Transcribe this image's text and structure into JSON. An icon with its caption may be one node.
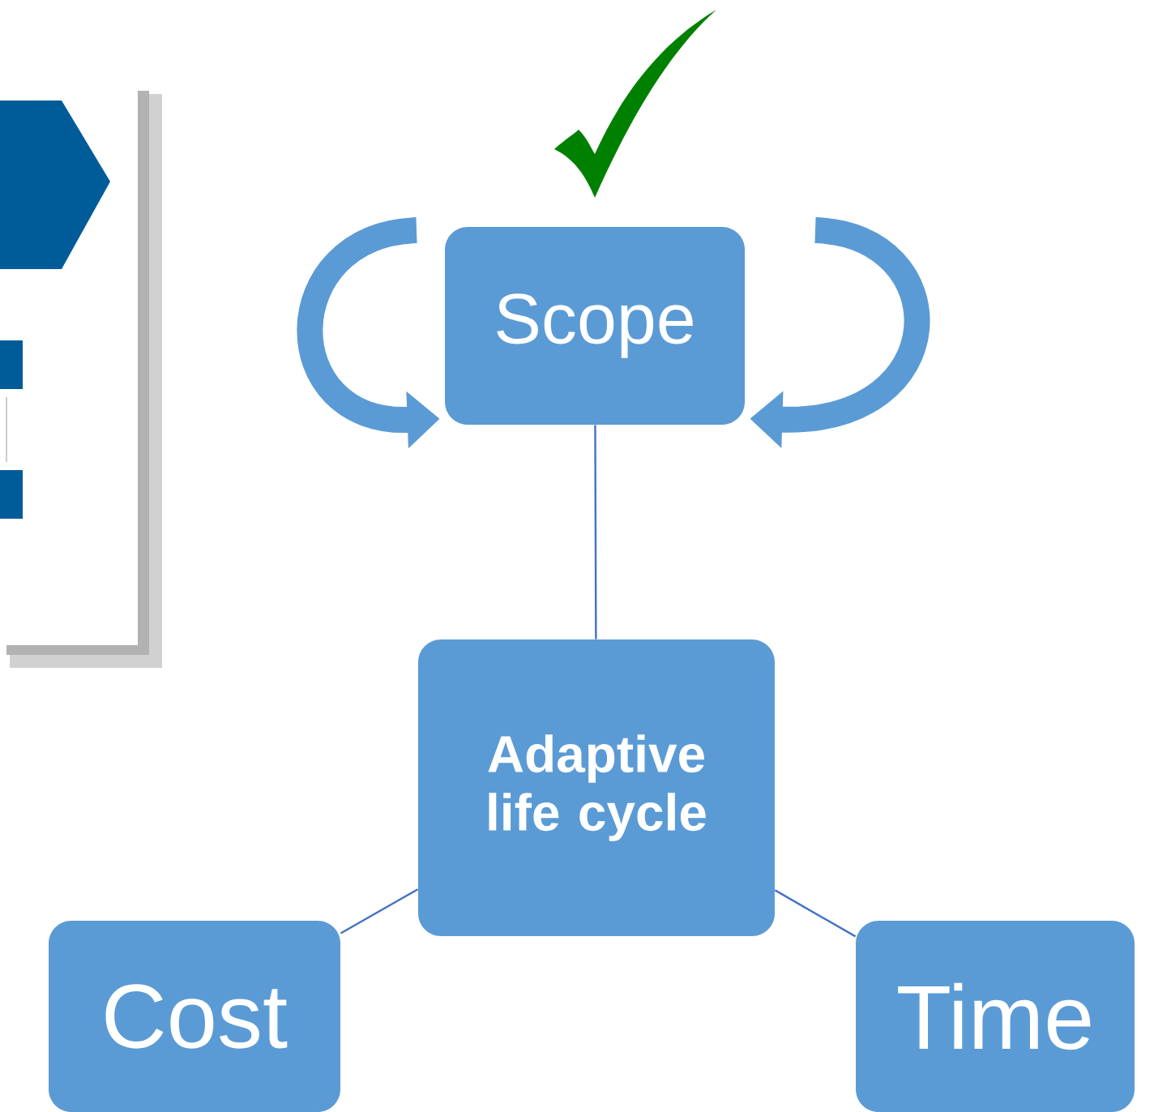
{
  "diagram": {
    "nodes": [
      {
        "text": [
          "Scope"
        ]
      },
      {
        "text": [
          "Adaptive life cycle"
        ]
      },
      {
        "text": [
          "Cost"
        ]
      },
      {
        "text": [
          "Time"
        ]
      }
    ],
    "edges": [
      {
        "from": 0,
        "to": 1,
        "arrow": "none"
      },
      {
        "from": 1,
        "to": 2,
        "arrow": "none"
      },
      {
        "from": 1,
        "to": 3,
        "arrow": "none"
      },
      {
        "from": null,
        "to": 0,
        "arrow": "to",
        "style": "thick"
      },
      {
        "from": null,
        "to": 0,
        "arrow": "to",
        "style": "thick"
      }
    ]
  }
}
